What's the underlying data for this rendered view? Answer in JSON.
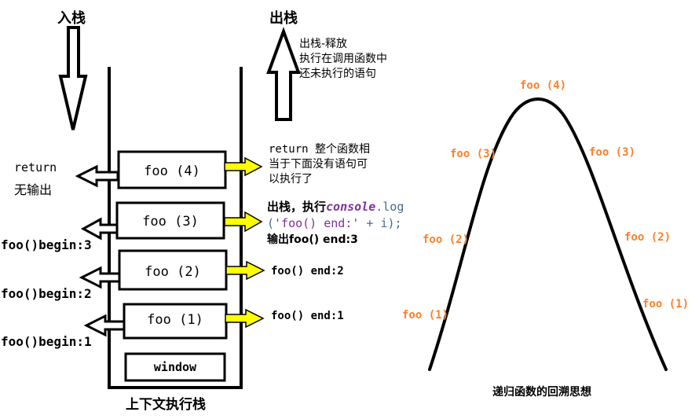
{
  "left_diagram": {
    "push_label": "入栈",
    "pop_label": "出栈",
    "pop_note_lines": [
      "出栈-释放",
      "执行在调用函数中",
      "还未执行的语句"
    ],
    "stack_caption": "上下文执行栈",
    "frames": [
      "foo (4)",
      "foo (3)",
      "foo (2)",
      "foo (1)",
      "window"
    ],
    "left_annotations": {
      "return_label": "return",
      "no_output_label": "无输出",
      "begin3": "foo()begin:3",
      "begin2": "foo()begin:2",
      "begin1": "foo()begin:1"
    },
    "right_annotations": {
      "return_note_lines": [
        "return 整个函数相",
        "当于下面没有语句可",
        "以执行了"
      ],
      "pop_exec_prefix": "出栈，执行",
      "console_keyword": "console",
      "dot": ".",
      "log_keyword": "log",
      "code_open_paren": "(",
      "code_string": "'foo() end:'",
      "code_rest": " + i);",
      "output_end3": "输出foo() end:3",
      "output_end2": "foo() end:2",
      "output_end1": "foo() end:1"
    }
  },
  "right_diagram": {
    "caption": "递归函数的回溯思想",
    "peak_label": "foo (4)",
    "left_labels": [
      "foo (3)",
      "foo (2)",
      "foo (1)"
    ],
    "right_labels": [
      "foo (3)",
      "foo (2)",
      "foo (1)"
    ]
  },
  "colors": {
    "arrow_fill": "#ffff00",
    "label_orange": "#ff7f27",
    "code_purple": "#7f2f9f",
    "code_gray": "#4a6a8a"
  }
}
